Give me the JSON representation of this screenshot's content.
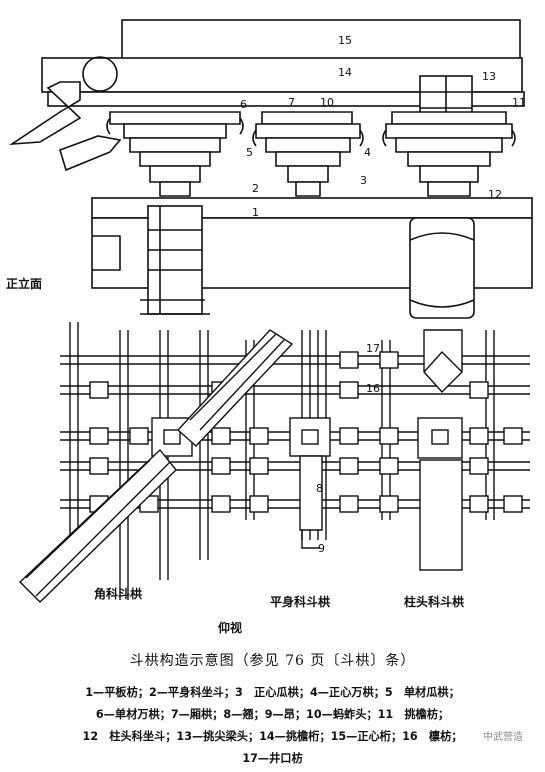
{
  "labels": {
    "elevation": "正立面",
    "corner": "角科斗栱",
    "intermediate": "平身科斗栱",
    "column": "柱头科斗栱",
    "bottom_view": "仰视"
  },
  "callouts": [
    "1",
    "2",
    "3",
    "4",
    "5",
    "6",
    "7",
    "10",
    "11",
    "12",
    "13",
    "14",
    "15",
    "16",
    "17",
    "8",
    "9"
  ],
  "caption": {
    "title": "斗栱构造示意图（参见 76 页〔斗栱〕条）",
    "legend_line1": "1—平板枋；2—平身科坐斗；3　正心瓜栱；4—正心万栱；5　单材瓜栱；",
    "legend_line2": "6—单材万栱；7—厢栱；8—翘；9—昂；10—蚂蚱头；11　挑檐枋；",
    "legend_line3": "12　柱头科坐斗；13—挑尖梁头；14—挑檐桁；15—正心桁；16　檩枋；",
    "legend_line4": "17—井口枋"
  },
  "watermark": "中武营造"
}
